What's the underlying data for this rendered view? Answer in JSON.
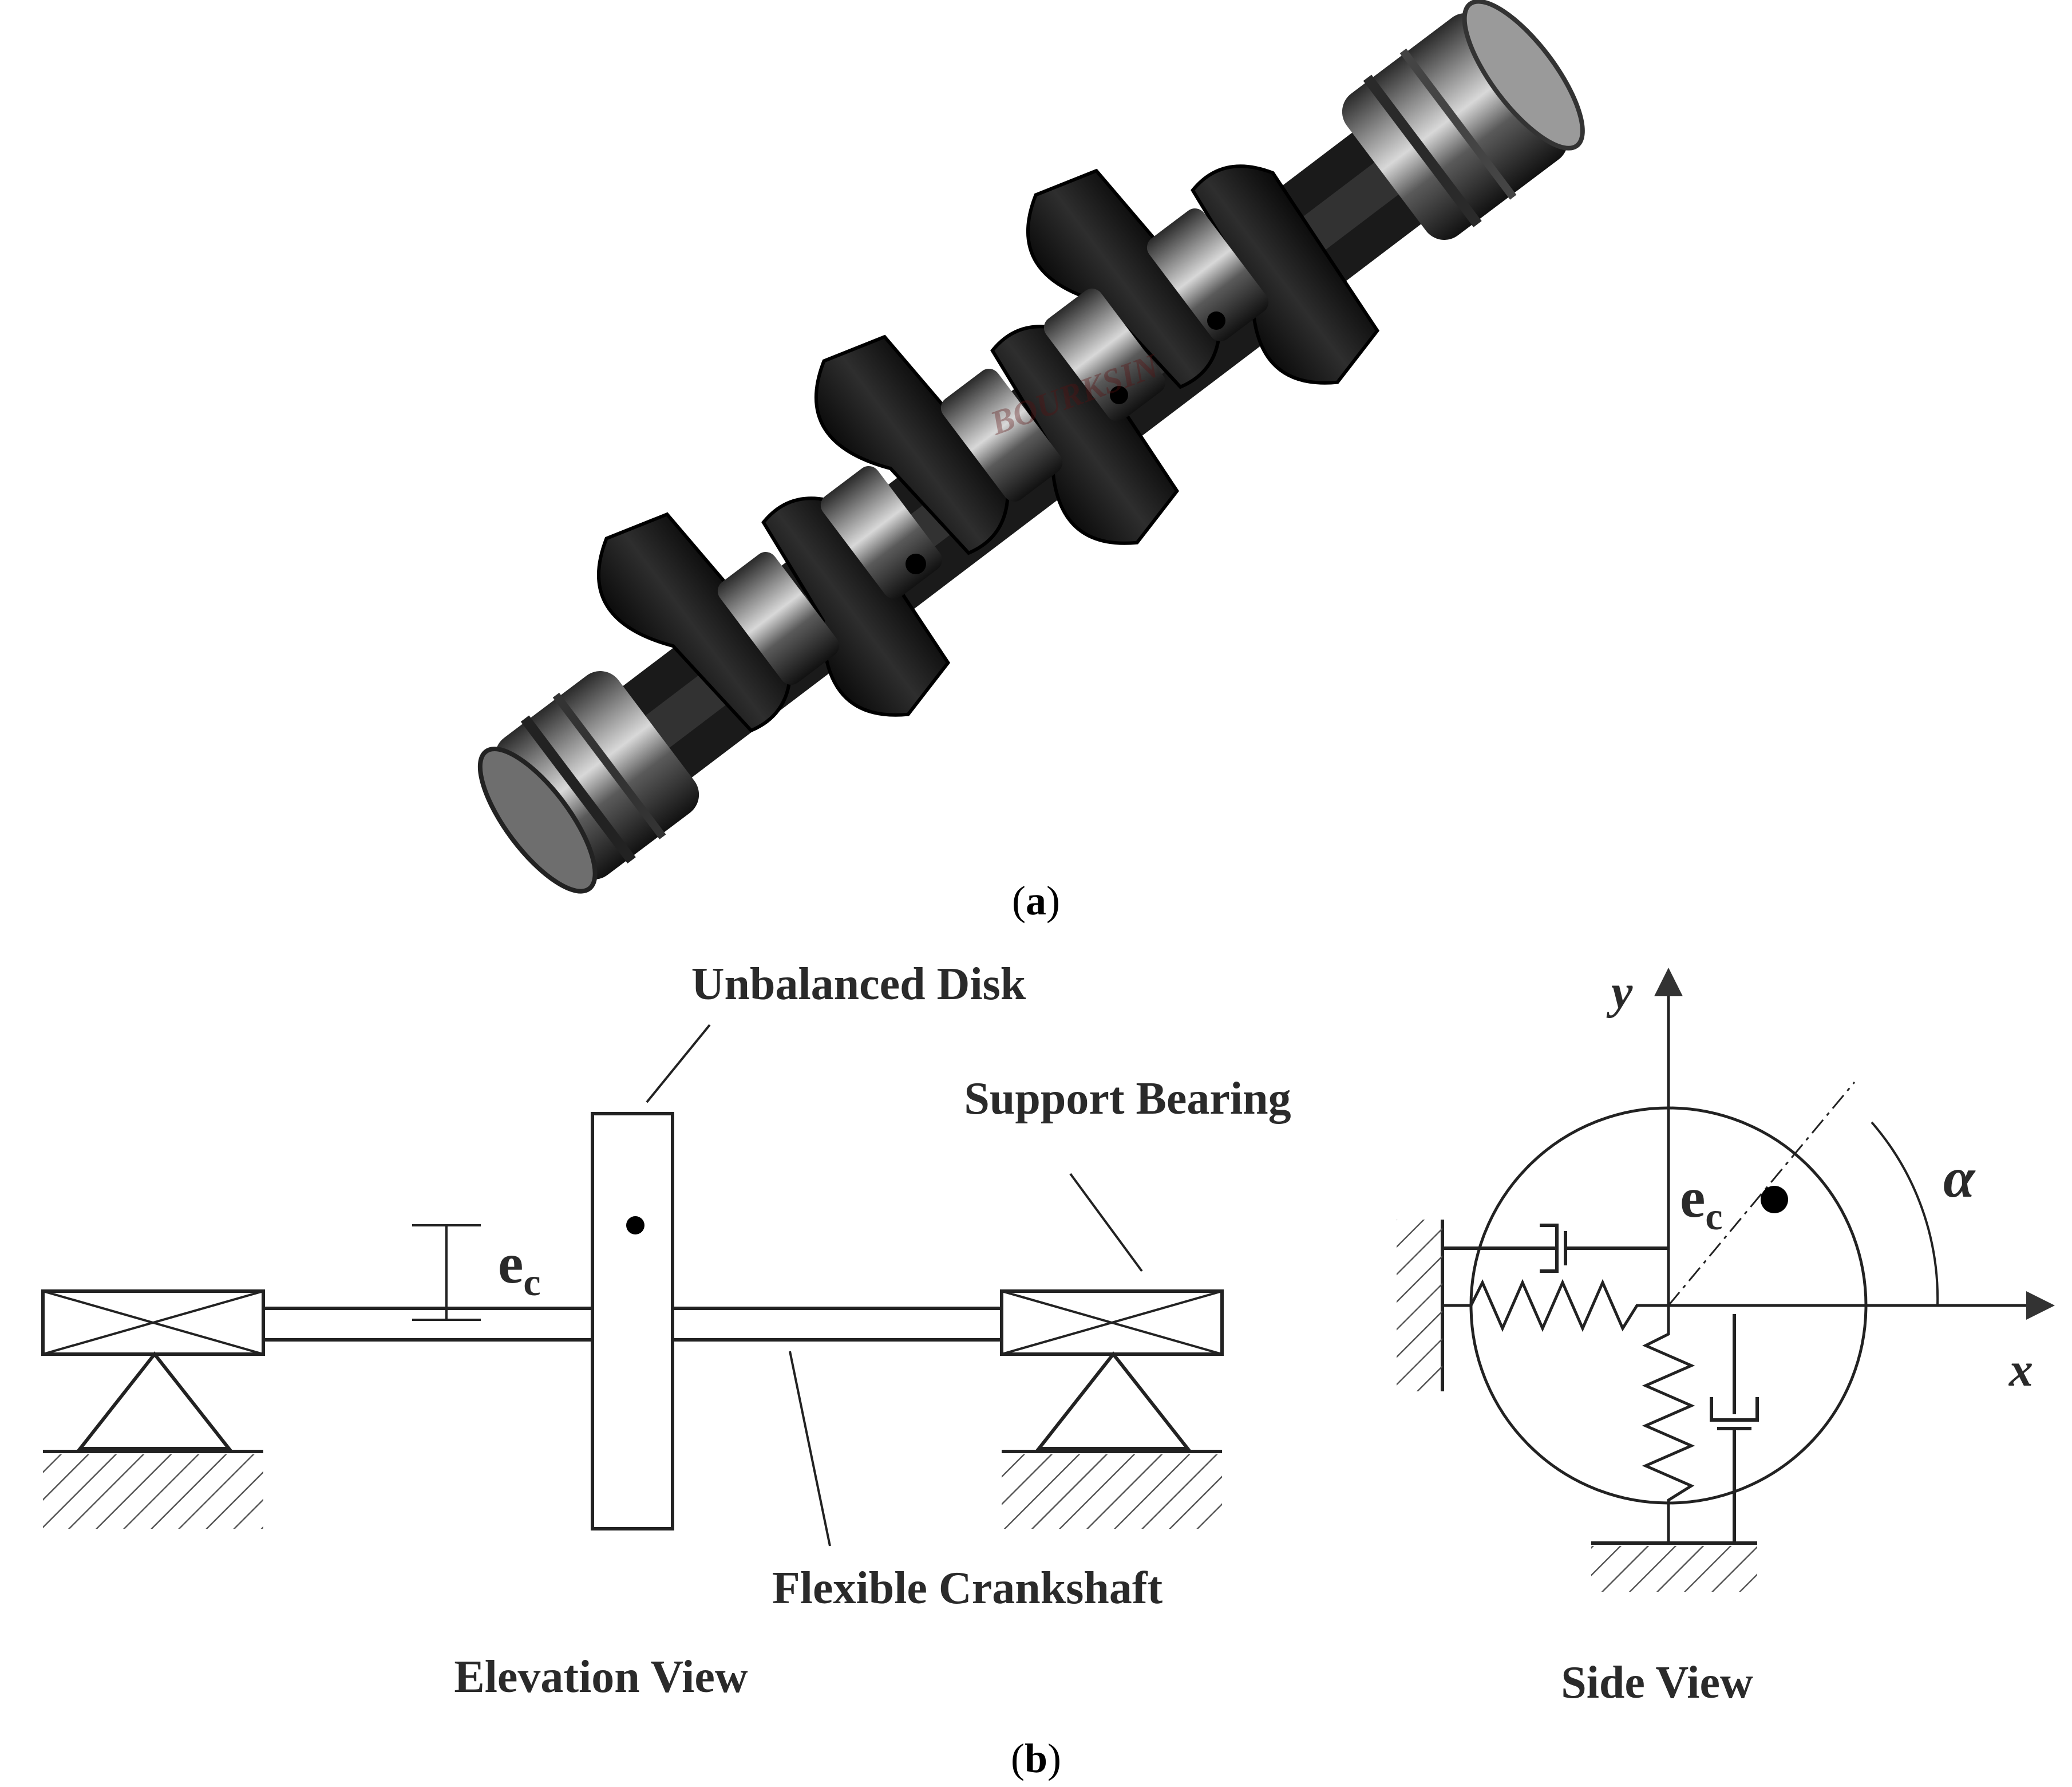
{
  "panel_a": {
    "caption_open": "(",
    "caption_letter": "a",
    "caption_close": ")",
    "watermark": "BOURKSIN"
  },
  "panel_b": {
    "caption_open": "(",
    "caption_letter": "b",
    "caption_close": ")",
    "elevation": {
      "title": "Elevation View",
      "disk_label": "Unbalanced Disk",
      "bearing_label": "Support Bearing",
      "shaft_label": "Flexible Crankshaft",
      "ecc_symbol": "e",
      "ecc_subscript": "c"
    },
    "side": {
      "title": "Side View",
      "y_axis": "y",
      "x_axis": "x",
      "angle": "α",
      "ecc_symbol": "e",
      "ecc_subscript": "c"
    }
  },
  "colors": {
    "ink": "#222222",
    "steel_dark": "#151515",
    "steel_mid": "#3a3a3a",
    "steel_light": "#9a9a9a"
  }
}
